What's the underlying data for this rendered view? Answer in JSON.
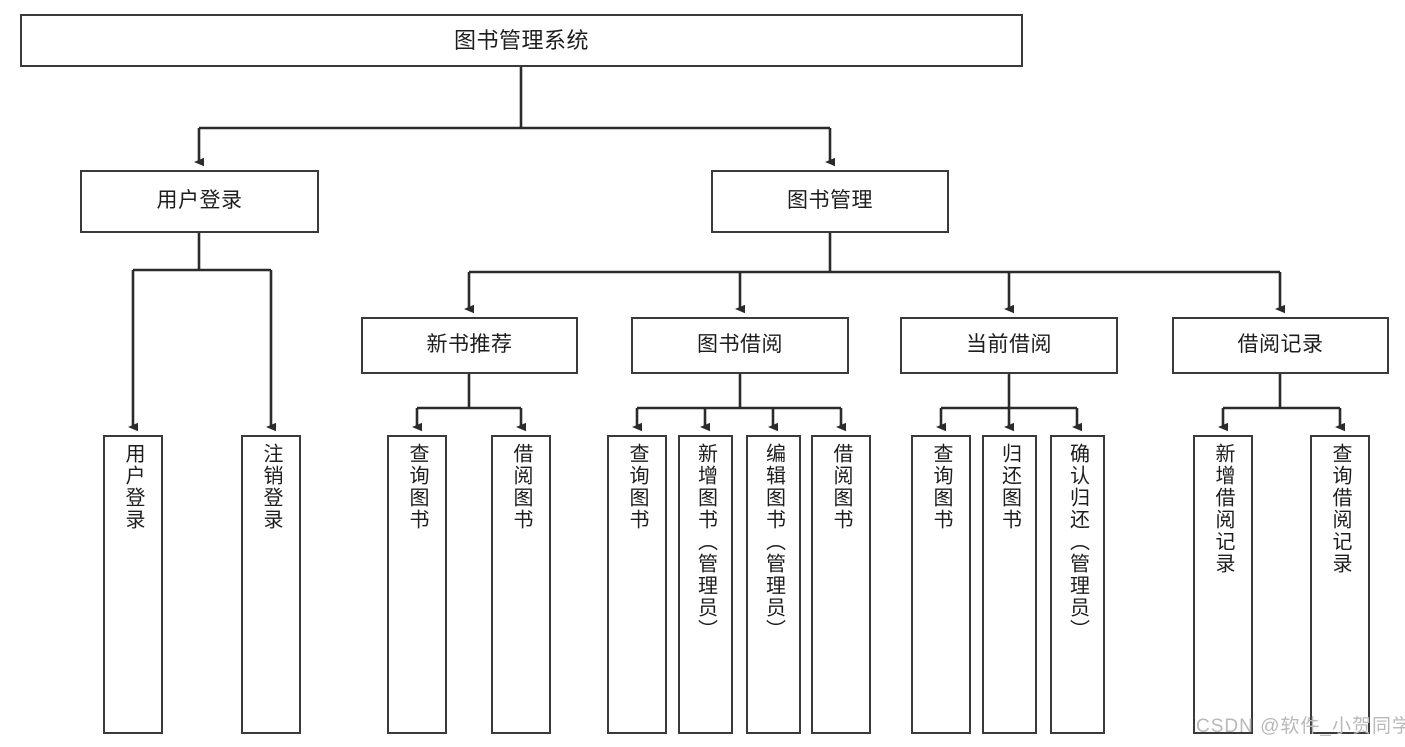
{
  "diagram": {
    "type": "hierarchy-tree",
    "title": "图书管理系统",
    "watermark": "CSDN @软件_小贺同学",
    "colors": {
      "box_border": "#3a3a3a",
      "box_fill": "#ffffff",
      "connector": "#2b2b2b",
      "text": "#1d1d1d",
      "watermark": "#b9b9b9",
      "background": "#ffffff"
    },
    "nodes": {
      "root": {
        "label": "图书管理系统"
      },
      "level2": [
        {
          "id": "user-login",
          "label": "用户登录"
        },
        {
          "id": "book-management",
          "label": "图书管理"
        }
      ],
      "level3": [
        {
          "id": "new-book-recommend",
          "label": "新书推荐"
        },
        {
          "id": "book-borrow",
          "label": "图书借阅"
        },
        {
          "id": "current-borrow",
          "label": "当前借阅"
        },
        {
          "id": "borrow-record",
          "label": "借阅记录"
        }
      ],
      "leaves": {
        "user_login": [
          {
            "id": "leaf-user-login",
            "label": "用户登录"
          },
          {
            "id": "leaf-logout-login",
            "label": "注销登录"
          }
        ],
        "new_book_recommend": [
          {
            "id": "leaf-query-book-1",
            "label": "查询图书"
          },
          {
            "id": "leaf-borrow-book-1",
            "label": "借阅图书"
          }
        ],
        "book_borrow": [
          {
            "id": "leaf-query-book-2",
            "label": "查询图书"
          },
          {
            "id": "leaf-add-book",
            "label": "新增图书（管理员）"
          },
          {
            "id": "leaf-edit-book",
            "label": "编辑图书（管理员）"
          },
          {
            "id": "leaf-borrow-book-2",
            "label": "借阅图书"
          }
        ],
        "current_borrow": [
          {
            "id": "leaf-query-book-3",
            "label": "查询图书"
          },
          {
            "id": "leaf-return-book",
            "label": "归还图书"
          },
          {
            "id": "leaf-confirm-return",
            "label": "确认归还（管理员）"
          }
        ],
        "borrow_record": [
          {
            "id": "leaf-add-record",
            "label": "新增借阅记录"
          },
          {
            "id": "leaf-query-record",
            "label": "查询借阅记录"
          }
        ]
      }
    }
  }
}
